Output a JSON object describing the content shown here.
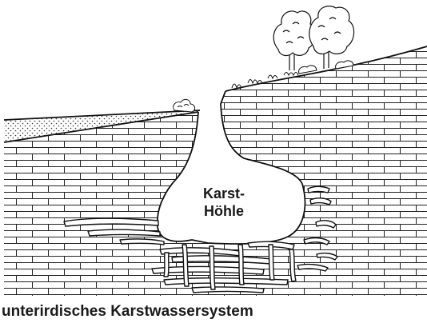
{
  "diagram": {
    "cave_label_line1": "Karst-",
    "cave_label_line2": "Höhle",
    "caption": "unterirdisches Karstwassersystem",
    "colors": {
      "ink": "#111111",
      "paper": "#ffffff",
      "sand_dots": "#333333"
    },
    "icons": [
      "tree-icon",
      "shrub-icon"
    ]
  }
}
